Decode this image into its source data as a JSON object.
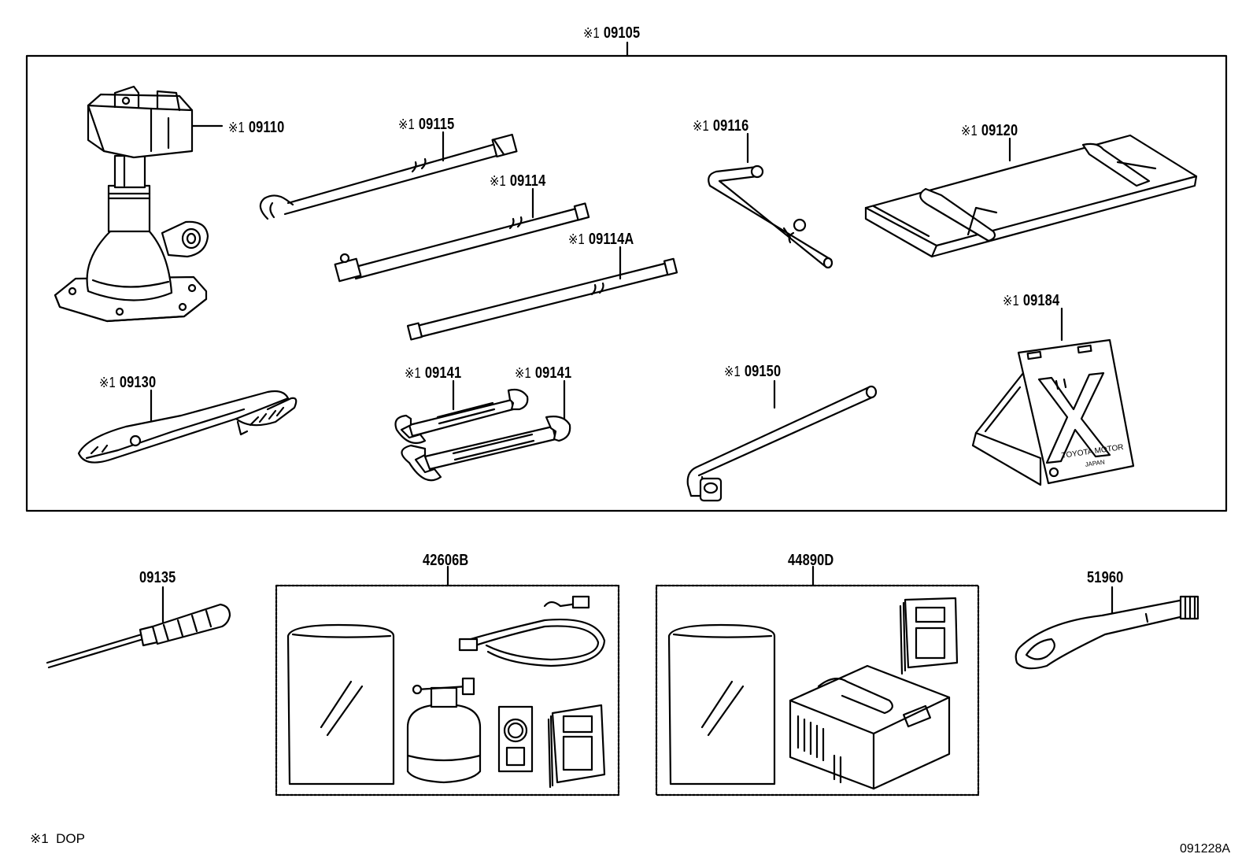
{
  "ref_mark": "※1",
  "parts": {
    "kit": "09105",
    "jack": "09110",
    "jack_handle": "09115",
    "ext_bar": "09114",
    "ext_bar_a": "09114A",
    "crank": "09116",
    "tool_bag": "09120",
    "pliers": "09130",
    "wrench_small": "09141",
    "wrench_large": "09141",
    "lug_wrench": "09150",
    "triangle": "09184",
    "screwdriver": "09135",
    "repair_kit_a": "42606B",
    "repair_kit_b": "44890D",
    "tow_hook": "51960"
  },
  "triangle_plate": {
    "line1": "TOYOTA MOTOR",
    "line2": "JAPAN"
  },
  "legend": {
    "mark": "※1",
    "text": "DOP"
  },
  "diagram_code": "091228A"
}
